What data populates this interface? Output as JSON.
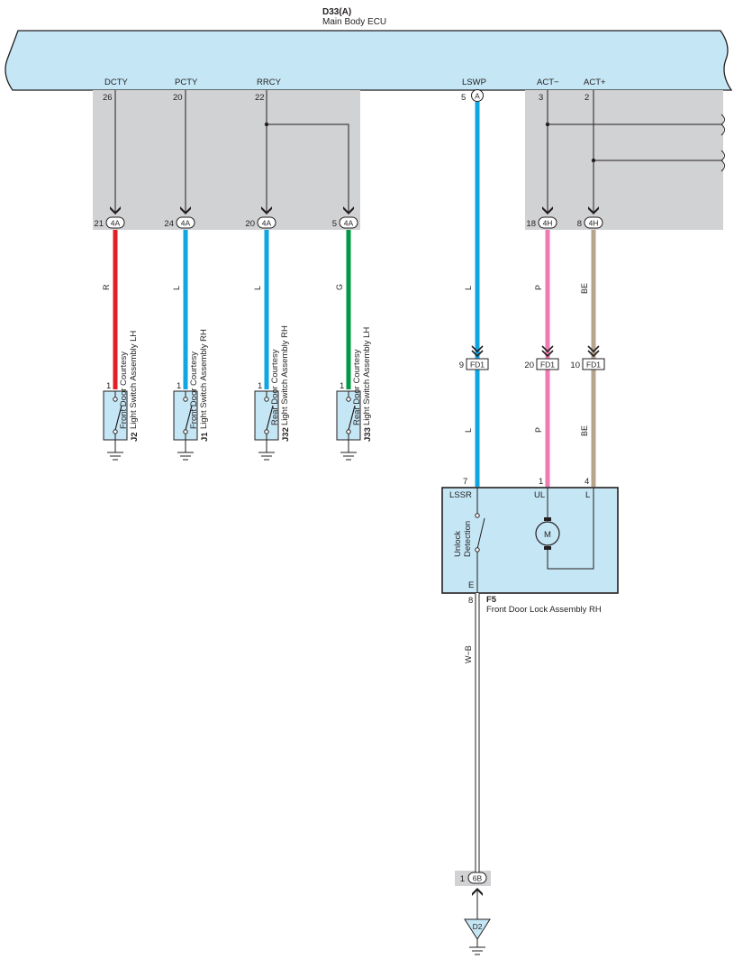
{
  "ecu": {
    "code": "D33(A)",
    "name": "Main Body ECU"
  },
  "colors": {
    "ecu_fill": "#c5e6f5",
    "shade": "#d1d2d4",
    "wire_R": "#e31e24",
    "wire_L": "#10a6e0",
    "wire_G": "#009a44",
    "wire_P": "#f07ab2",
    "wire_BE": "#b6a48c",
    "wire_WB": "#231f20",
    "line": "#231f20"
  },
  "ecu_pins": [
    {
      "signal": "DCTY",
      "pin": "26"
    },
    {
      "signal": "PCTY",
      "pin": "20"
    },
    {
      "signal": "RRCY",
      "pin": "22"
    },
    {
      "signal": "LSWP",
      "pin": "5",
      "connector": "A"
    },
    {
      "signal": "ACT−",
      "pin": "3"
    },
    {
      "signal": "ACT+",
      "pin": "2"
    }
  ],
  "junction_4a": [
    {
      "pin": "21",
      "tag": "4A"
    },
    {
      "pin": "24",
      "tag": "4A"
    },
    {
      "pin": "20",
      "tag": "4A"
    },
    {
      "pin": "5",
      "tag": "4A"
    }
  ],
  "junction_4h": [
    {
      "pin": "18",
      "tag": "4H"
    },
    {
      "pin": "8",
      "tag": "4H"
    }
  ],
  "wire_codes": {
    "dcty": "R",
    "pcty": "L",
    "rrcy": "L",
    "g": "G",
    "lswp": "L",
    "act_minus": "P",
    "act_plus": "BE",
    "lswp_lower": "L",
    "act_minus_lower": "P",
    "act_plus_lower": "BE",
    "ground": "W−B"
  },
  "fd1": [
    {
      "pin": "9",
      "tag": "FD1"
    },
    {
      "pin": "20",
      "tag": "FD1"
    },
    {
      "pin": "10",
      "tag": "FD1"
    }
  ],
  "switches": [
    {
      "pin": "1",
      "code": "J2",
      "name1": "Front Door Courtesy",
      "name2": "Light Switch Assembly LH"
    },
    {
      "pin": "1",
      "code": "J1",
      "name1": "Front Door Courtesy",
      "name2": "Light Switch Assembly RH"
    },
    {
      "pin": "1",
      "code": "J32",
      "name1": "Rear Door Courtesy",
      "name2": "Light Switch Assembly RH"
    },
    {
      "pin": "1",
      "code": "J33",
      "name1": "Rear Door Courtesy",
      "name2": "Light Switch Assembly LH"
    }
  ],
  "lock": {
    "code": "F5",
    "name": "Front Door Lock Assembly RH",
    "pin_lssr": "7",
    "pin_ul": "1",
    "pin_l": "4",
    "pin_e": "8",
    "label_lssr": "LSSR",
    "label_ul": "UL",
    "label_l": "L",
    "label_e": "E",
    "detect1": "Unlock",
    "detect2": "Detection",
    "motor": "M"
  },
  "ground_6b": {
    "pin": "1",
    "tag": "6B"
  },
  "ground_point": "D2"
}
